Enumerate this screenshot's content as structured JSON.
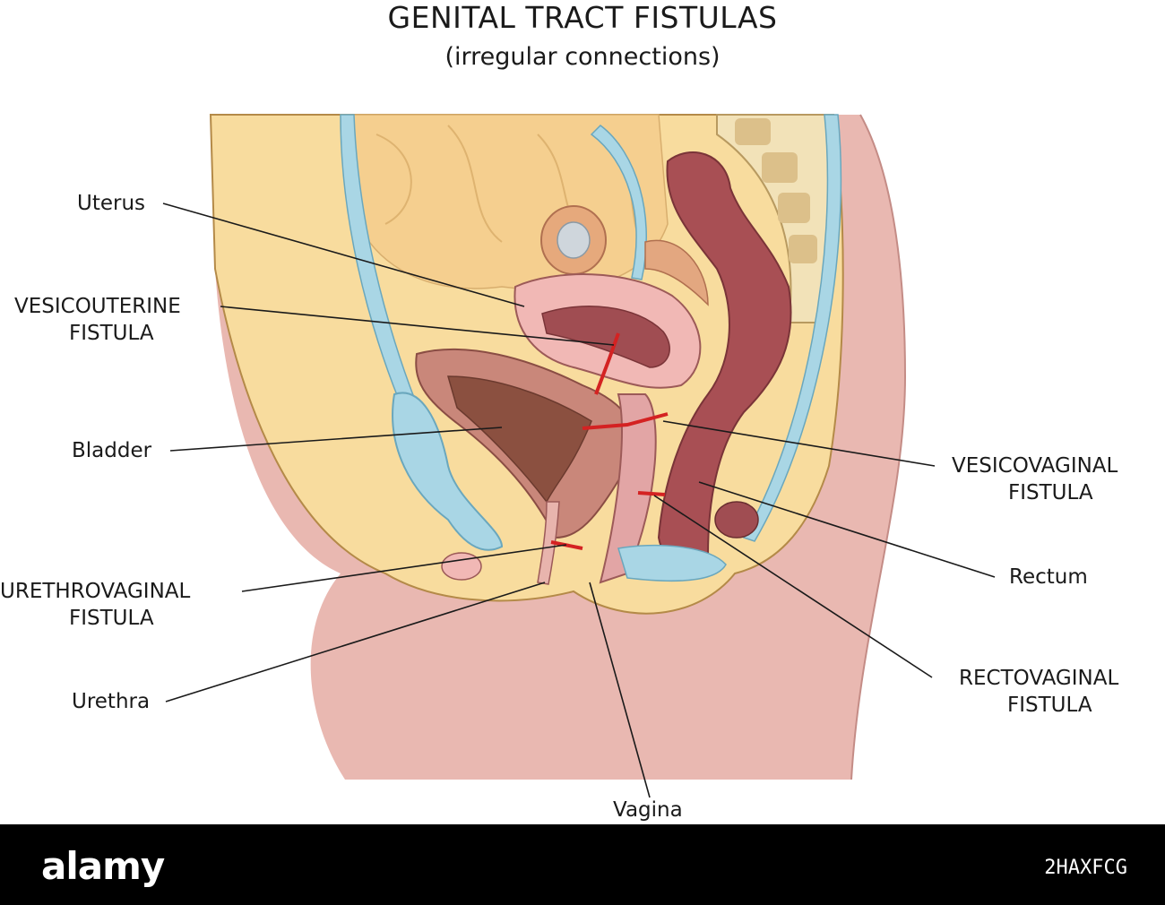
{
  "title": "GENITAL TRACT FISTULAS",
  "subtitle": "(irregular connections)",
  "labels": {
    "uterus": "Uterus",
    "vesicouterine_1": "VESICOUTERINE",
    "vesicouterine_2": "FISTULA",
    "bladder": "Bladder",
    "urethrovaginal_1": "URETHROVAGINAL",
    "urethrovaginal_2": "FISTULA",
    "urethra": "Urethra",
    "vagina": "Vagina",
    "vesicovaginal_1": "VESICOVAGINAL",
    "vesicovaginal_2": "FISTULA",
    "rectum": "Rectum",
    "rectovaginal_1": "RECTOVAGINAL",
    "rectovaginal_2": "FISTULA"
  },
  "footer": {
    "logo": "alamy",
    "image_id": "2HAXFCG"
  },
  "colors": {
    "skin": "#e8b4ad",
    "fat": "#f8dc9c",
    "bladder_wall": "#c9877a",
    "uterus": "#f1b8b5",
    "rectum": "#a84f54",
    "bone_blue": "#a9d6e5",
    "fistula": "#d42222"
  }
}
